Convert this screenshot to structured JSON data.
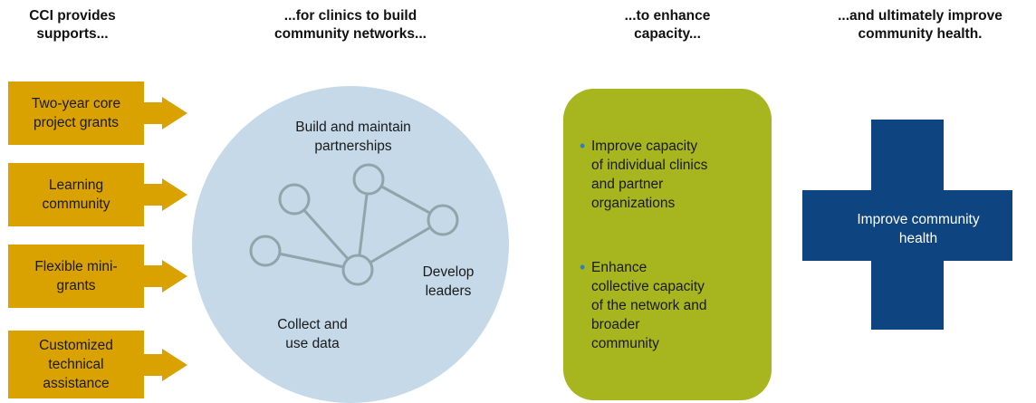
{
  "headers": [
    {
      "lines": [
        "CCI provides",
        "supports..."
      ]
    },
    {
      "lines": [
        "...for clinics to build",
        "community networks..."
      ]
    },
    {
      "lines": [
        "...to enhance",
        "capacity..."
      ]
    },
    {
      "lines": [
        "...and ultimately improve",
        "community health."
      ]
    }
  ],
  "supports": [
    {
      "lines": [
        "Two-year core",
        "project grants"
      ]
    },
    {
      "lines": [
        "Learning",
        "community"
      ]
    },
    {
      "lines": [
        "Flexible mini-",
        "grants"
      ]
    },
    {
      "lines": [
        "Customized",
        "technical",
        "assistance"
      ]
    }
  ],
  "network": {
    "build": [
      "Build and maintain",
      "partnerships"
    ],
    "develop": [
      "Develop",
      "leaders"
    ],
    "collect": [
      "Collect and",
      "use data"
    ]
  },
  "capacity": {
    "bullet_symbol": "•",
    "bullets": [
      {
        "lines": [
          "Improve capacity",
          "of individual clinics",
          "and partner",
          "organizations"
        ]
      },
      {
        "lines": [
          "Enhance",
          "collective capacity",
          "of the network and",
          "broader",
          "community"
        ]
      }
    ]
  },
  "health": {
    "lines": [
      "Improve community",
      "health"
    ]
  },
  "colors": {
    "arrow": "#d9a200",
    "circle": "#c5d9e9",
    "network_nodes": "#8fa5aa",
    "capacity_box": "#a7b51f",
    "bullet": "#2e7fc1",
    "cross": "#0e447f"
  }
}
